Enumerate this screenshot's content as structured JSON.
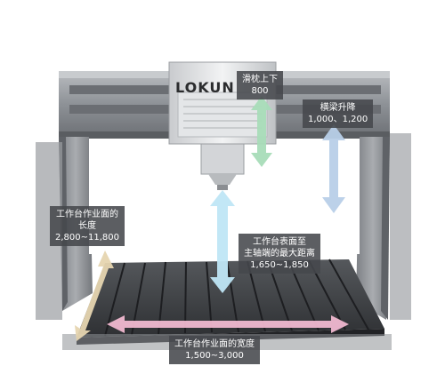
{
  "brand": {
    "text": "LOKUN"
  },
  "colors": {
    "frame": "#8f9398",
    "frame_dark": "#5e6166",
    "table": "#3b3d41",
    "spindle": "#d9dbdd",
    "arrow_green": "#a8dcb8",
    "arrow_blue_light": "#bfe6f6",
    "arrow_blue": "#b8cfe8",
    "arrow_pink": "#f0b8d0",
    "arrow_tan": "#e6d5b0",
    "label_bg": "#46484c"
  },
  "labels": {
    "ram_travel": {
      "line1": "滑枕上下",
      "value": "800"
    },
    "beam_lift": {
      "line1": "横梁升降",
      "value": "1,000、1,200"
    },
    "table_length": {
      "line1": "工作台作业面的",
      "line2": "长度",
      "value": "2,800~11,800"
    },
    "table_to_spindle": {
      "line1": "工作台表面至",
      "line2": "主轴端的最大距离",
      "value": "1,650~1,850"
    },
    "table_width": {
      "line1": "工作台作业面的宽度",
      "value": "1,500~3,000"
    }
  }
}
